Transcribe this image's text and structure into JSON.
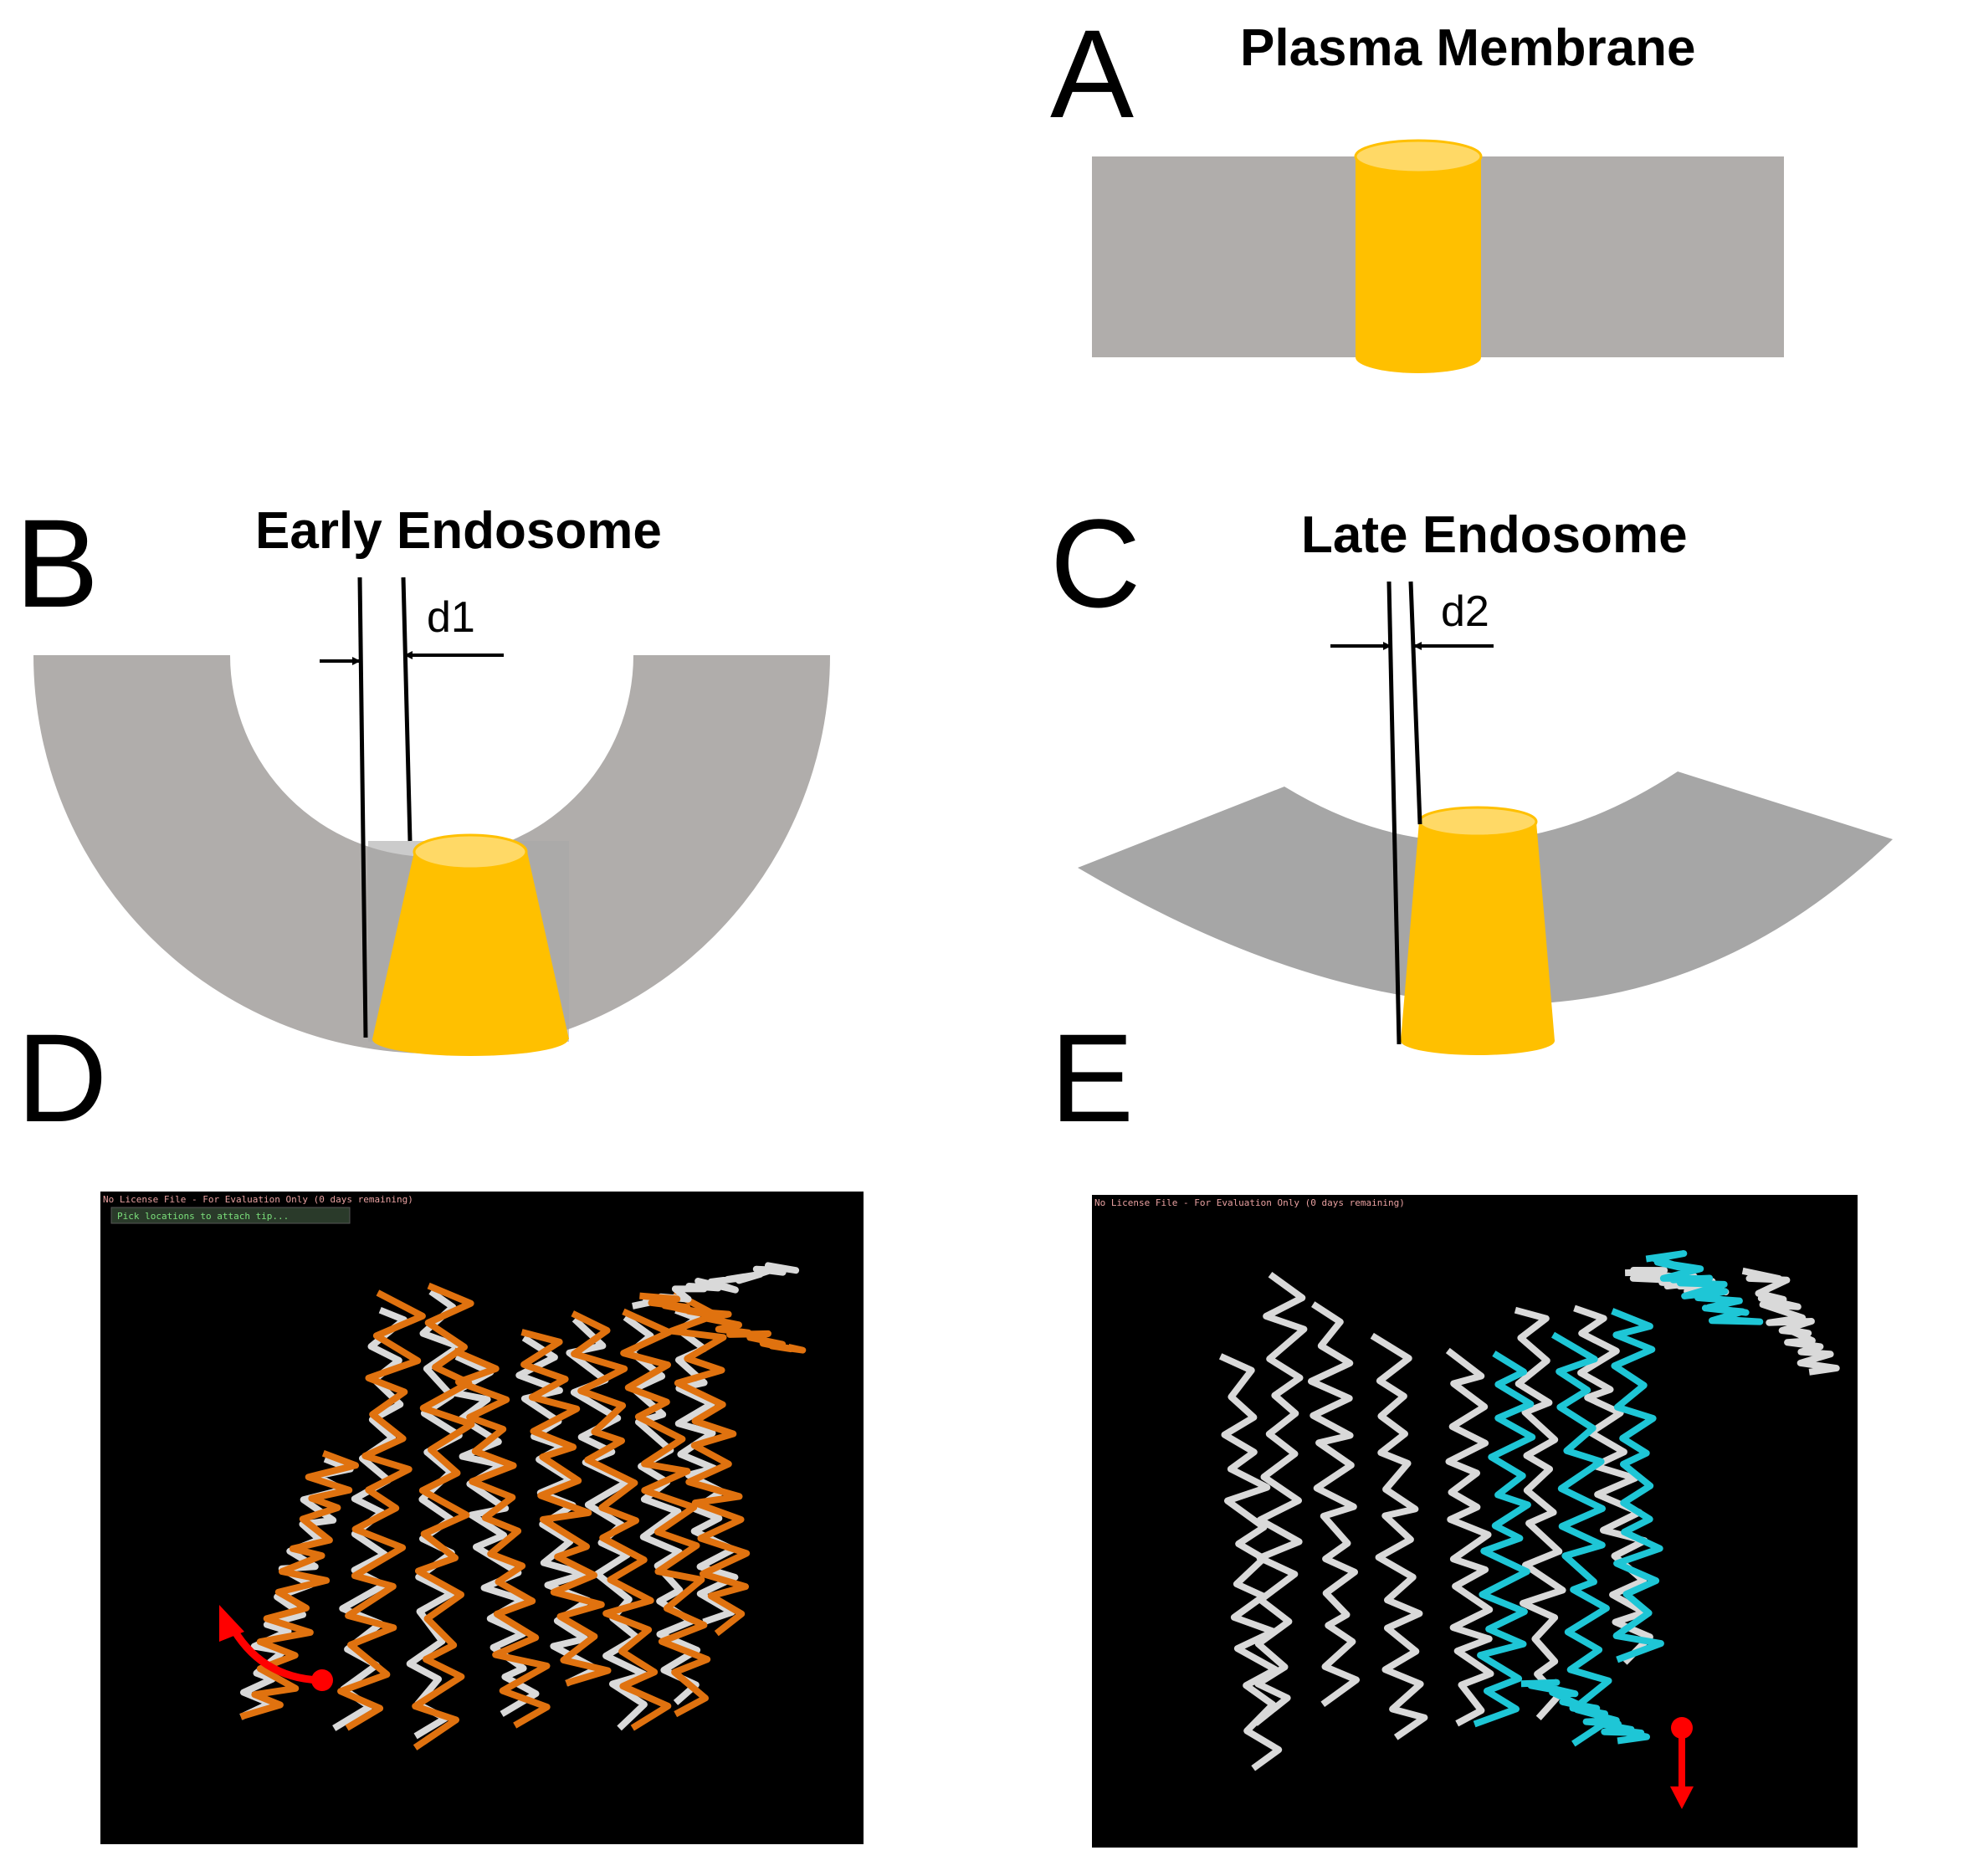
{
  "panels": {
    "A": {
      "label": "A",
      "title": "Plasma Membrane"
    },
    "B": {
      "label": "B",
      "title": "Early  Endosome",
      "distance_label": "d1"
    },
    "C": {
      "label": "C",
      "title": "Late Endosome",
      "distance_label": "d2"
    },
    "D": {
      "label": "D",
      "license_text": "No License File - For Evaluation Only (0 days remaining)",
      "status_text": "Pick locations to attach tip..."
    },
    "E": {
      "label": "E",
      "license_text": "No License File - For Evaluation Only (0 days remaining)"
    }
  },
  "colors": {
    "membrane": "#b0adab",
    "membrane_dark": "#a6a6a6",
    "protein": "#ffc000",
    "protein_top": "#ffd966",
    "viewer_bg": "#000000",
    "structure_white": "#d9d9d9",
    "structure_orange": "#e0720f",
    "structure_cyan": "#1ec6d6",
    "arrow_red": "#ff0000"
  }
}
